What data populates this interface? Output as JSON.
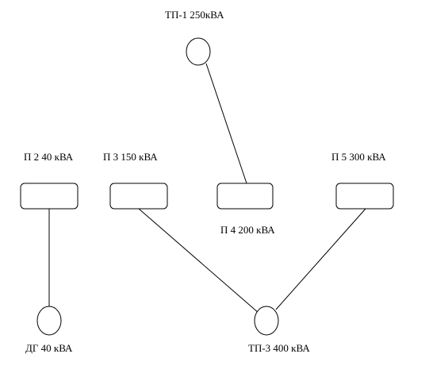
{
  "diagram": {
    "colors": {
      "line": "#000000",
      "fill": "#ffffff",
      "background": "#ffffff"
    },
    "nodes": {
      "tp1": {
        "label": "ТП-1 250кВА",
        "shape": "circle"
      },
      "p2": {
        "label": "П 2 40 кВА",
        "shape": "rounded-rect"
      },
      "p3": {
        "label": "П 3 150 кВА",
        "shape": "rounded-rect"
      },
      "p4": {
        "label": "П 4 200 кВА",
        "shape": "rounded-rect"
      },
      "p5": {
        "label": "П 5 300 кВА",
        "shape": "rounded-rect"
      },
      "dg": {
        "label": "ДГ 40 кВА",
        "shape": "circle"
      },
      "tp3": {
        "label": "ТП-3 400 кВА",
        "shape": "circle"
      }
    },
    "edges": [
      {
        "from": "tp1",
        "to": "p4"
      },
      {
        "from": "p2",
        "to": "dg"
      },
      {
        "from": "p3",
        "to": "tp3"
      },
      {
        "from": "p5",
        "to": "tp3"
      }
    ]
  }
}
